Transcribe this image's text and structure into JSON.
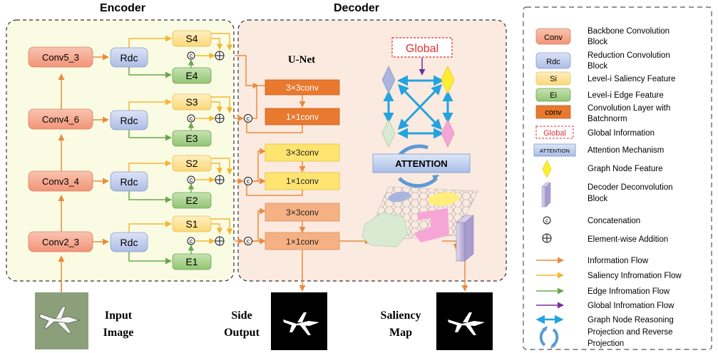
{
  "titles": {
    "encoder": "Encoder",
    "decoder": "Decoder"
  },
  "encoder": {
    "backbone": [
      "Conv5_3",
      "Conv4_6",
      "Conv3_4",
      "Conv2_3"
    ],
    "rdc": "Rdc",
    "saliency": [
      "S4",
      "S3",
      "S2",
      "S1"
    ],
    "edge": [
      "E4",
      "E3",
      "E2",
      "E1"
    ]
  },
  "decoder": {
    "unet_label": "U-Net",
    "conv3": "3×3conv",
    "conv1": "1×1conv",
    "global_label": "Global",
    "attention_label": "ATTENTION"
  },
  "symbols": {
    "concat": "c",
    "add": "+"
  },
  "bottom": {
    "input_line1": "Input",
    "input_line2": "Image",
    "side_line1": "Side",
    "side_line2": "Output",
    "saliency_line1": "Saliency",
    "saliency_line2": "Map"
  },
  "legend": {
    "items": [
      {
        "swatch": "Conv",
        "text1": "Backbone Convolution",
        "text2": "Block"
      },
      {
        "swatch": "Rdc",
        "text1": "Reduction Convolution",
        "text2": "Block"
      },
      {
        "swatch": "Si",
        "text1": "Level-i Saliency Feature",
        "text2": ""
      },
      {
        "swatch": "Ei",
        "text1": "Level-i Edge Feature",
        "text2": ""
      },
      {
        "swatch": "conv",
        "text1": "Convolution Layer with",
        "text2": "Batchnorm"
      },
      {
        "swatch": "Global",
        "text1": "Global Information",
        "text2": ""
      },
      {
        "swatch": "ATTENTION",
        "text1": "Attention Mechanism",
        "text2": ""
      },
      {
        "swatch": "",
        "text1": "Graph Node Feature",
        "text2": ""
      },
      {
        "swatch": "",
        "text1": "Decoder  Deconvolution",
        "text2": "Block"
      },
      {
        "swatch": "c",
        "text1": "Concatenation",
        "text2": ""
      },
      {
        "swatch": "+",
        "text1": "Element-wise Addition",
        "text2": ""
      },
      {
        "swatch": "",
        "text1": "Information Flow",
        "text2": ""
      },
      {
        "swatch": "",
        "text1": "Saliency Infromation Flow",
        "text2": ""
      },
      {
        "swatch": "",
        "text1": "Edge Infromation Flow",
        "text2": ""
      },
      {
        "swatch": "",
        "text1": "Global Infromation Flow",
        "text2": ""
      },
      {
        "swatch": "",
        "text1": "Graph Node Reasoning",
        "text2": ""
      },
      {
        "swatch": "",
        "text1": "Projection and Reverse",
        "text2": "Projection"
      }
    ]
  },
  "colors": {
    "encoder_bg": "#fafbe3",
    "decoder_bg": "#fbeadf",
    "backbone": "#f6ab93",
    "rdc": "#c9d3ee",
    "saliency": "#fde59a",
    "edge": "#a9d18e",
    "conv_dark": "#e8792e",
    "conv_yellow": "#ffe470",
    "conv_light": "#f5b183",
    "info_flow": "#e98b3e",
    "saliency_flow": "#f4b731",
    "edge_flow": "#6aa84f",
    "global_flow": "#7030a0",
    "graph_flow": "#23a3e0",
    "global_text": "#e03131"
  }
}
